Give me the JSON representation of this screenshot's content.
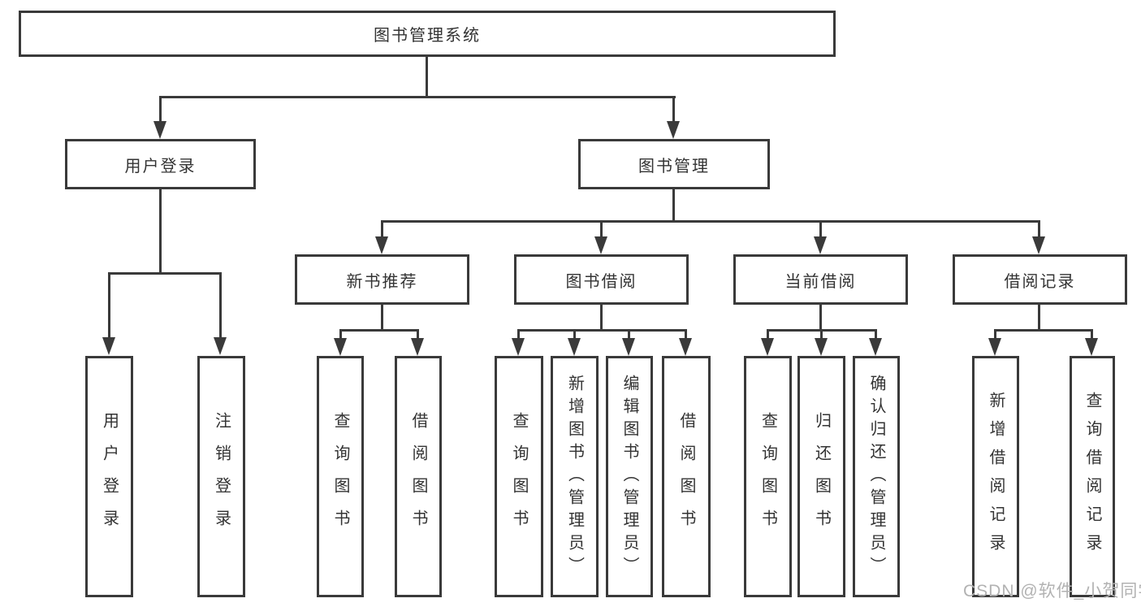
{
  "diagram": {
    "root_label": "图书管理系统",
    "branches": [
      {
        "label": "用户登录",
        "children": [
          "用户登录",
          "注销登录"
        ]
      },
      {
        "label": "图书管理",
        "groups": [
          {
            "label": "新书推荐",
            "children": [
              "查询图书",
              "借阅图书"
            ]
          },
          {
            "label": "图书借阅",
            "children": [
              "查询图书",
              "新增图书（管理员）",
              "编辑图书（管理员）",
              "借阅图书"
            ]
          },
          {
            "label": "当前借阅",
            "children": [
              "查询图书",
              "归还图书",
              "确认归还（管理员）"
            ]
          },
          {
            "label": "借阅记录",
            "children": [
              "新增借阅记录",
              "查询借阅记录"
            ]
          }
        ]
      }
    ],
    "colors": {
      "line": "#3a3a3a",
      "text": "#333333",
      "box_fill": "#ffffff",
      "watermark": "#b2b2b2"
    },
    "watermark": "CSDN @软件_小贺同学"
  }
}
